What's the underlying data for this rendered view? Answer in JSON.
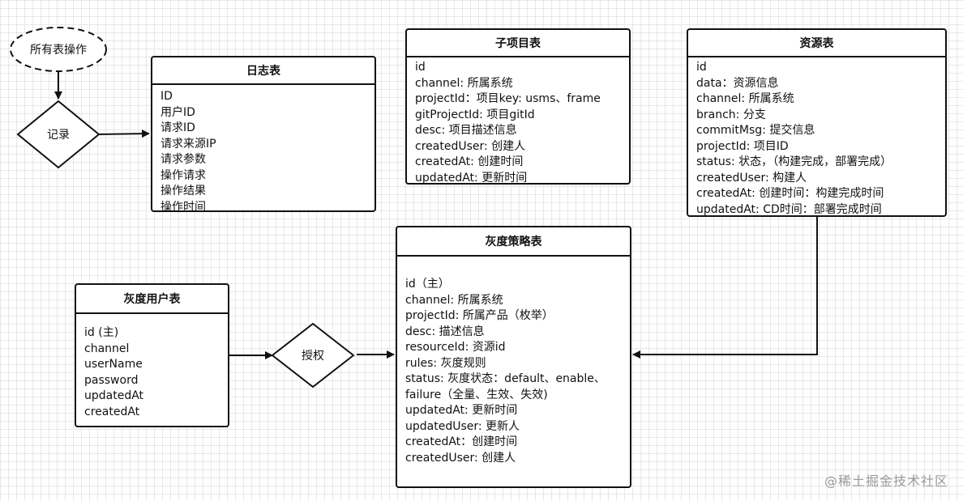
{
  "nodes": {
    "all_ops": "所有表操作",
    "record": "记录",
    "authorize": "授权"
  },
  "log_table": {
    "title": "日志表",
    "fields": [
      "ID",
      "用户ID",
      "请求ID",
      "请求来源IP",
      "请求参数",
      "操作请求",
      "操作结果",
      "操作时间"
    ]
  },
  "subproject_table": {
    "title": "子项目表",
    "fields": [
      "id",
      "channel: 所属系统",
      "projectId：项目key: usms、frame",
      "gitProjectId: 项目gitId",
      "desc: 项目描述信息",
      "createdUser: 创建人",
      "createdAt: 创建时间",
      "updatedAt: 更新时间"
    ]
  },
  "resource_table": {
    "title": "资源表",
    "fields": [
      "id",
      "data：资源信息",
      "channel: 所属系统",
      "branch: 分支",
      "commitMsg: 提交信息",
      "projectId: 项目ID",
      "status: 状态，（构建完成，部署完成）",
      "createdUser: 构建人",
      "createdAt: 创建时间：构建完成时间",
      "updatedAt: CD时间：部署完成时间"
    ]
  },
  "gray_strategy_table": {
    "title": "灰度策略表",
    "fields": [
      "id（主）",
      "channel: 所属系统",
      "projectId: 所属产品（枚举）",
      "desc: 描述信息",
      "resourceId: 资源id",
      "rules: 灰度规则",
      "status: 灰度状态：default、enable、",
      "failure（全量、生效、失效)",
      "updatedAt:  更新时间",
      "updatedUser: 更新人",
      "createdAt：创建时间",
      "createdUser: 创建人"
    ]
  },
  "gray_user_table": {
    "title": "灰度用户表",
    "fields": [
      "id (主)",
      "channel",
      "userName",
      "password",
      "updatedAt",
      "createdAt"
    ]
  },
  "watermark": "@稀土掘金技术社区"
}
